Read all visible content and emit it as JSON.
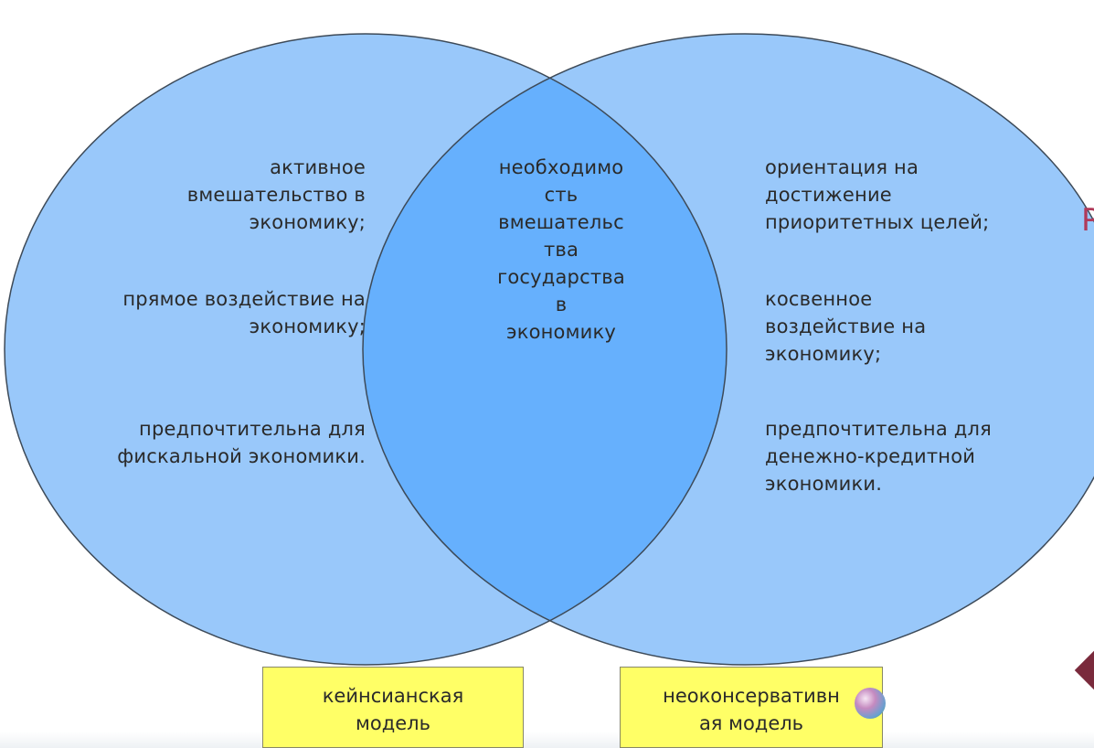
{
  "diagram": {
    "type": "venn",
    "colors": {
      "circle_fill": "#99c8fa",
      "overlap_fill": "#66b0fd",
      "circle_stroke": "#3d4a58",
      "label_box_fill": "#ffff66"
    },
    "left_set": {
      "label": "кейнсианская\nмодель",
      "items": [
        "активное\nвмешательство в\nэкономику;",
        "прямое воздействие на\nэкономику;",
        "предпочтительна для\nфискальной экономики."
      ]
    },
    "right_set": {
      "label": "неоконсервативн\nая модель",
      "items": [
        "ориентация на\nдостижение\nприоритетных целей;",
        "косвенное\nвоздействие на\nэкономику;",
        "предпочтительна для\nденежно-кредитной\nэкономики."
      ]
    },
    "intersection": {
      "text": "необходимо\nсть\nвмешательс\nтва\nгосударства\nв\nэкономику"
    },
    "edge_fragment": {
      "letter": "Р",
      "diamond_color": "#7a2a3c"
    }
  }
}
